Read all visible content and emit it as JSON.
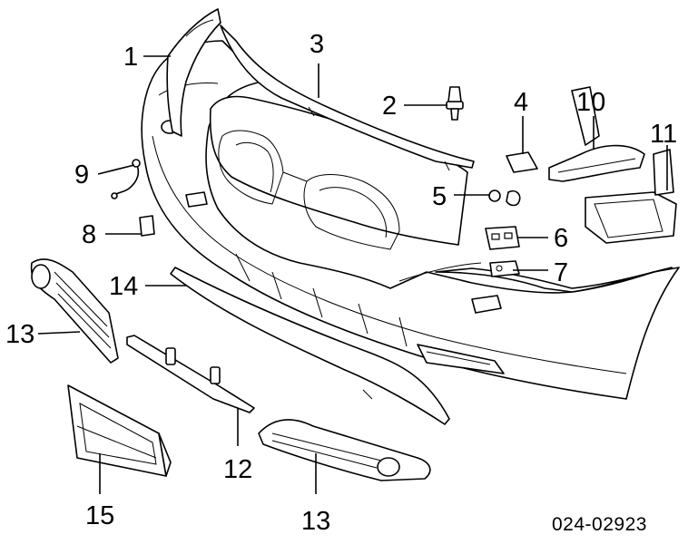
{
  "diagram": {
    "callouts": [
      {
        "id": "c1a",
        "text": "1"
      },
      {
        "id": "c2",
        "text": "2"
      },
      {
        "id": "c3",
        "text": "3"
      },
      {
        "id": "c4",
        "text": "4"
      },
      {
        "id": "c5",
        "text": "5"
      },
      {
        "id": "c6",
        "text": "6"
      },
      {
        "id": "c7",
        "text": "7"
      },
      {
        "id": "c8",
        "text": "8"
      },
      {
        "id": "c9",
        "text": "9"
      },
      {
        "id": "c10",
        "text": "10"
      },
      {
        "id": "c11",
        "text": "11"
      },
      {
        "id": "c12",
        "text": "12"
      },
      {
        "id": "c13a",
        "text": "13"
      },
      {
        "id": "c13b",
        "text": "13"
      },
      {
        "id": "c14",
        "text": "14"
      },
      {
        "id": "c15",
        "text": "15"
      }
    ],
    "part_code": "024-02923"
  }
}
